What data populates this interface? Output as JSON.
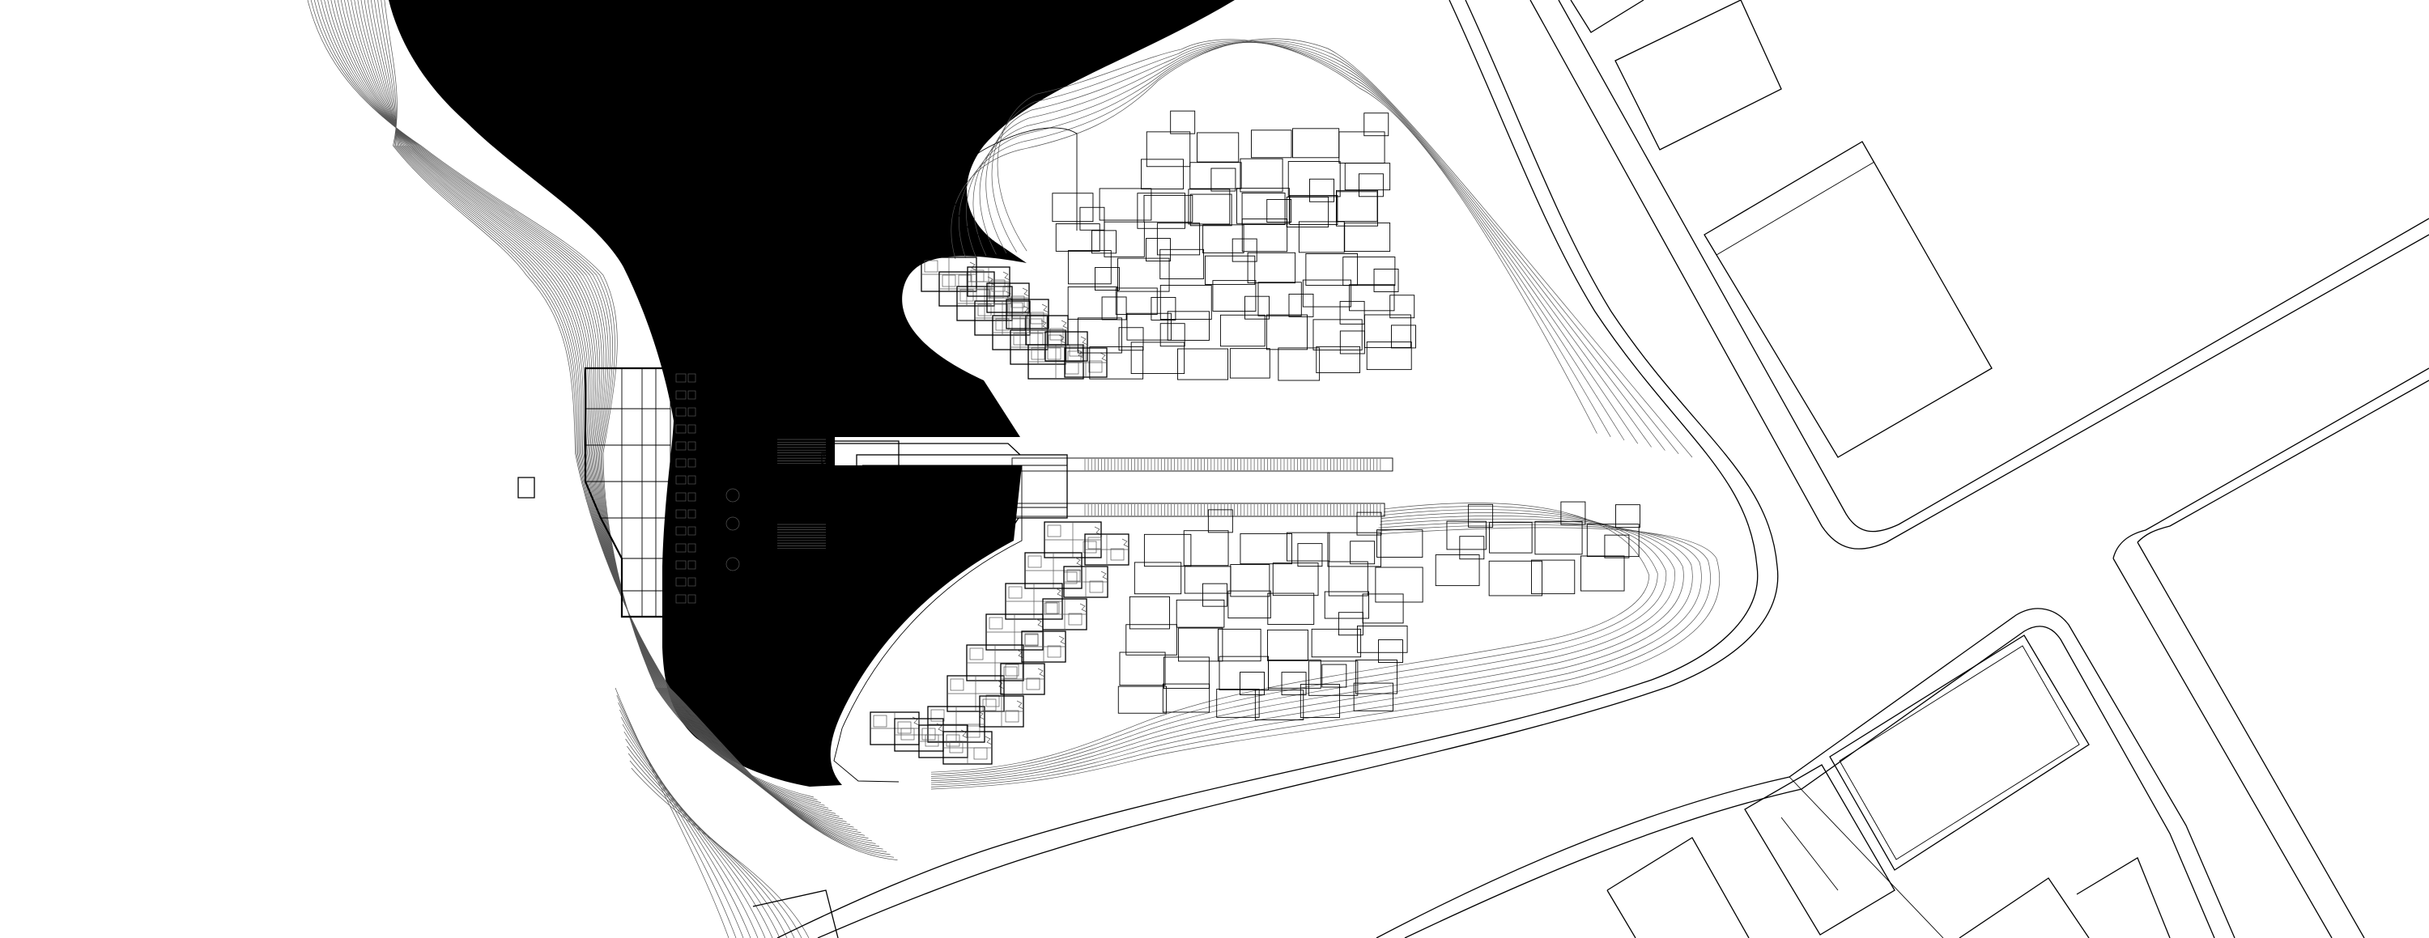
{
  "drawing": {
    "kind": "architectural site plan",
    "annotations": [],
    "colors": {
      "ink": "#000000",
      "paper": "#ffffff",
      "water": "#000000"
    }
  },
  "elements": {
    "lake": "water-body",
    "terraces": "contour-lines",
    "pavilion": "main-building",
    "pier": "walkway",
    "north_units": "housing-cluster-north",
    "south_units": "housing-cluster-south",
    "roads": "road-network",
    "neighbors": "neighboring-buildings"
  }
}
